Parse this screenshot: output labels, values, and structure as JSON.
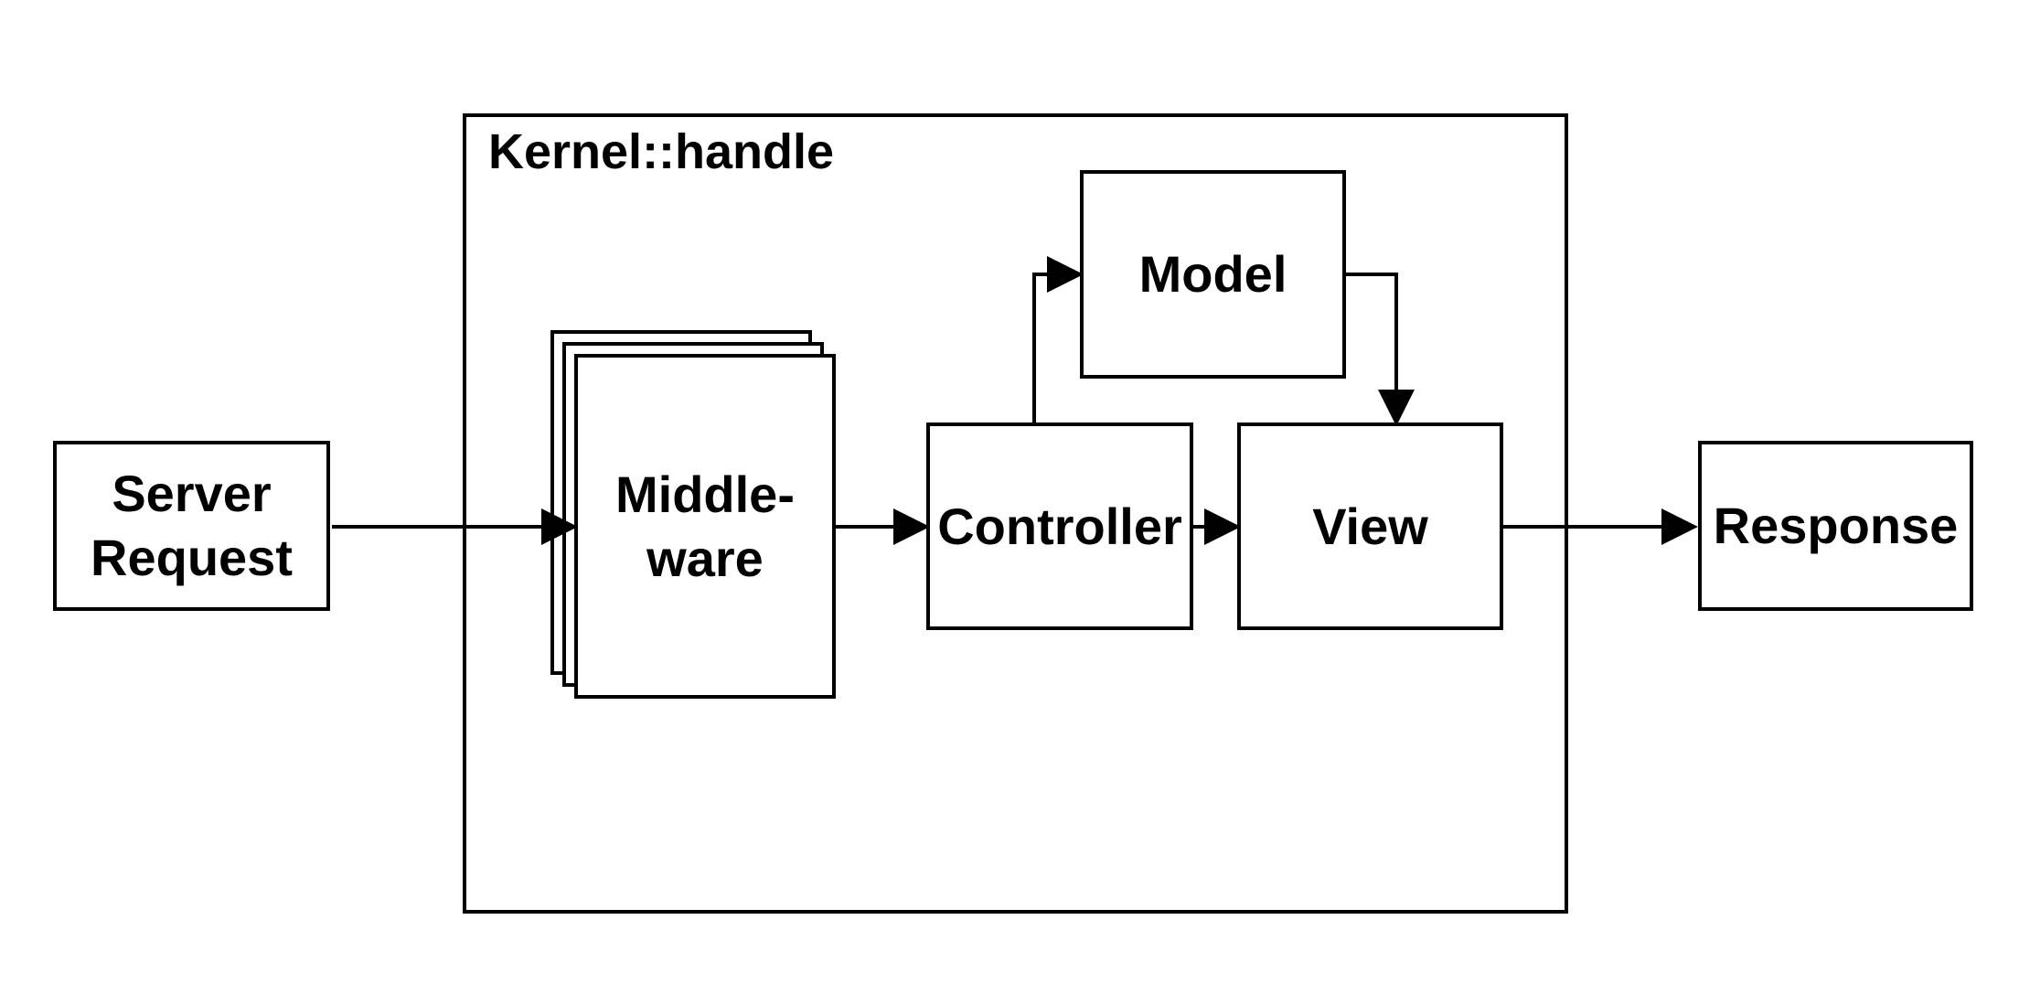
{
  "kernel": {
    "title": "Kernel::handle"
  },
  "nodes": {
    "server_request": "Server\nRequest",
    "middleware": "Middle-\nware",
    "controller": "Controller",
    "model": "Model",
    "view": "View",
    "response": "Response"
  }
}
